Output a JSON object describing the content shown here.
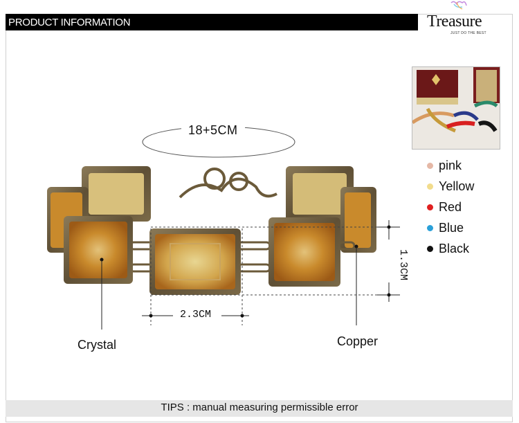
{
  "header": {
    "title": "PRODUCT INFORMATION"
  },
  "logo": {
    "name": "Treasure",
    "tagline": "JUST DO THE BEST"
  },
  "dimensions": {
    "length": "18+5CM",
    "width": "2.3CM",
    "height": "1.3CM"
  },
  "callouts": {
    "left": "Crystal",
    "right": "Copper"
  },
  "colors": [
    {
      "name": "pink",
      "hex": "#e5b8a6"
    },
    {
      "name": "Yellow",
      "hex": "#f2dc8c"
    },
    {
      "name": "Red",
      "hex": "#e02020"
    },
    {
      "name": "Blue",
      "hex": "#2aa0d8"
    },
    {
      "name": "Black",
      "hex": "#111111"
    }
  ],
  "tips": "TIPS : manual measuring permissible error"
}
